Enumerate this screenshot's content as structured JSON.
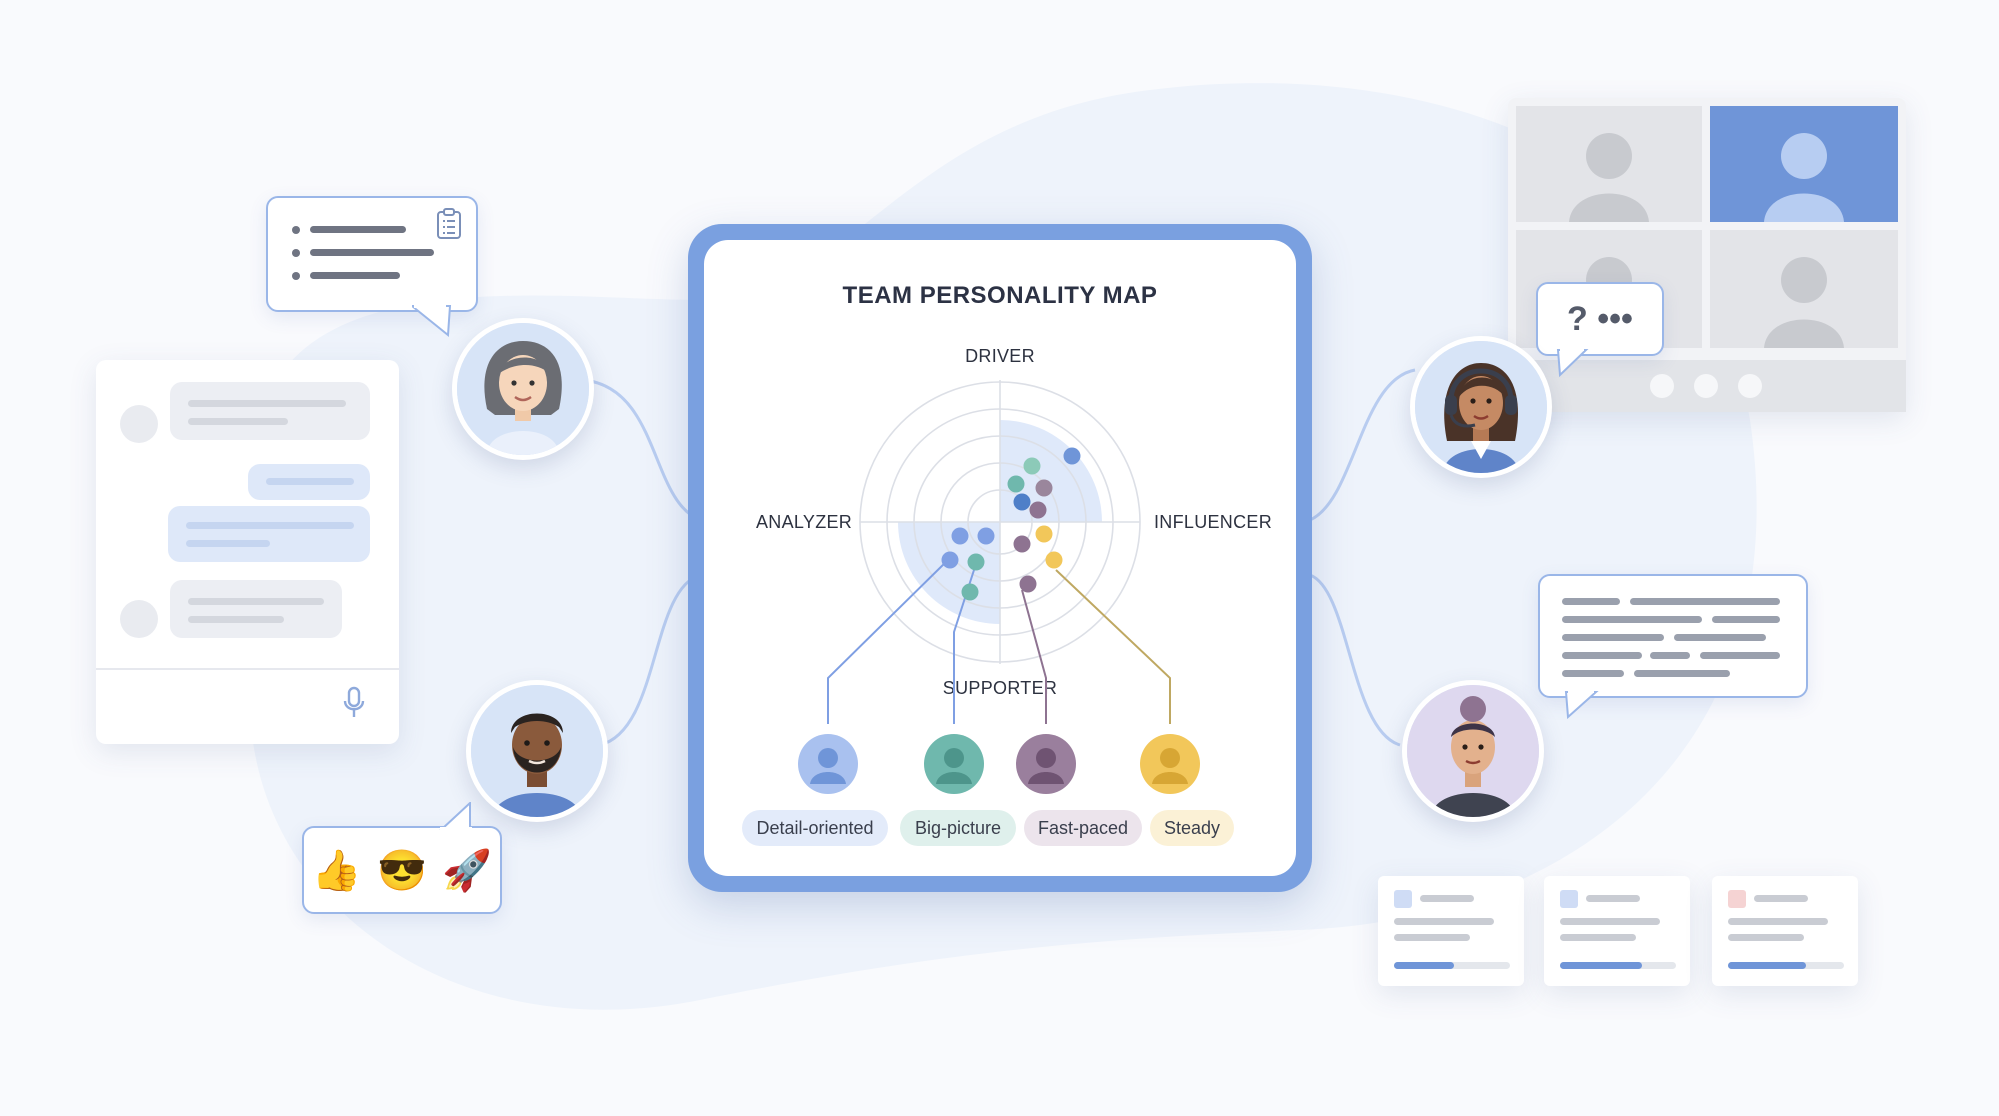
{
  "map": {
    "title": "TEAM PERSONALITY MAP",
    "axes": {
      "top": "DRIVER",
      "left": "ANALYZER",
      "right": "INFLUENCER",
      "bottom": "SUPPORTER"
    },
    "types": [
      {
        "label": "Detail-oriented",
        "color": "#7f9fe3",
        "pill": "#e3ebfa"
      },
      {
        "label": "Big-picture",
        "color": "#5bb0a6",
        "pill": "#dff0ec"
      },
      {
        "label": "Fast-paced",
        "color": "#8e7391",
        "pill": "#ece4ec"
      },
      {
        "label": "Steady",
        "color": "#f2c75a",
        "pill": "#fbf1d6"
      }
    ]
  },
  "chat_reactions": {
    "emojis": [
      "👍",
      "😎",
      "🚀"
    ]
  },
  "question_bubble": {
    "text": "? •••"
  },
  "video_call": {
    "highlight_color": "#6f95d8"
  },
  "colors": {
    "accent": "#6f95d8",
    "frame": "#7aa0e0",
    "background": "#f9fafd"
  }
}
